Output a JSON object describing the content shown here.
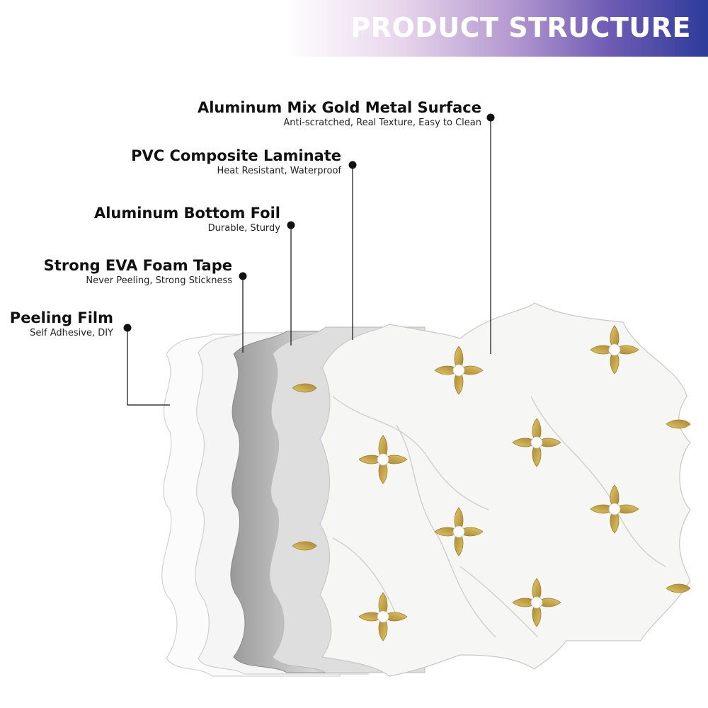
{
  "banner": {
    "title": "PRODUCT STRUCTURE"
  },
  "layers": [
    {
      "name": "Aluminum Mix Gold Metal Surface",
      "desc": "Anti-scratched, Real Texture, Easy to Clean"
    },
    {
      "name": "PVC Composite Laminate",
      "desc": "Heat Resistant, Waterproof"
    },
    {
      "name": "Aluminum Bottom Foil",
      "desc": "Durable, Sturdy"
    },
    {
      "name": "Strong EVA Foam Tape",
      "desc": "Never Peeling, Strong Stickness"
    },
    {
      "name": "Peeling Film",
      "desc": "Self Adhesive, DIY"
    }
  ],
  "colors": {
    "gold": "#c9a640",
    "marble": "#f3f3f1",
    "foil": "#a9a9a9",
    "pvc": "#d8d8d8"
  }
}
